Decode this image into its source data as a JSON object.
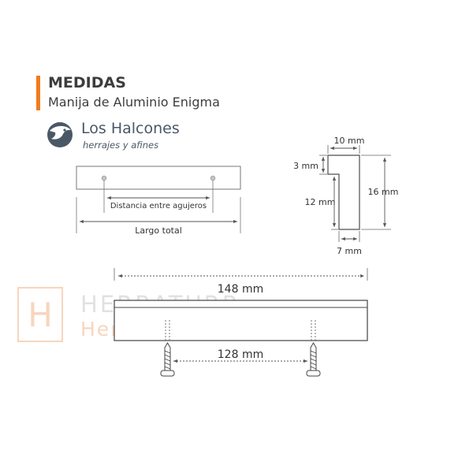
{
  "header": {
    "title": "MEDIDAS",
    "subtitle": "Manija de Aluminio Enigma",
    "accent_color": "#f07c1e"
  },
  "brand": {
    "name": "Los Halcones",
    "tagline": "herrajes y afines",
    "icon": "falcon-head-icon",
    "color": "#4a5866"
  },
  "schematic": {
    "hole_distance_label": "Distancia entre agujeros",
    "total_length_label": "Largo total"
  },
  "profile": {
    "top_width": "10 mm",
    "lip_height": "3 mm",
    "inner_height": "12 mm",
    "total_height": "16 mm",
    "base_width": "7 mm"
  },
  "product": {
    "total_length": "148 mm",
    "hole_spacing": "128 mm"
  },
  "watermark": {
    "logo_letter": "H",
    "line1": "HERRATURR",
    "line2": "Herrajes"
  }
}
